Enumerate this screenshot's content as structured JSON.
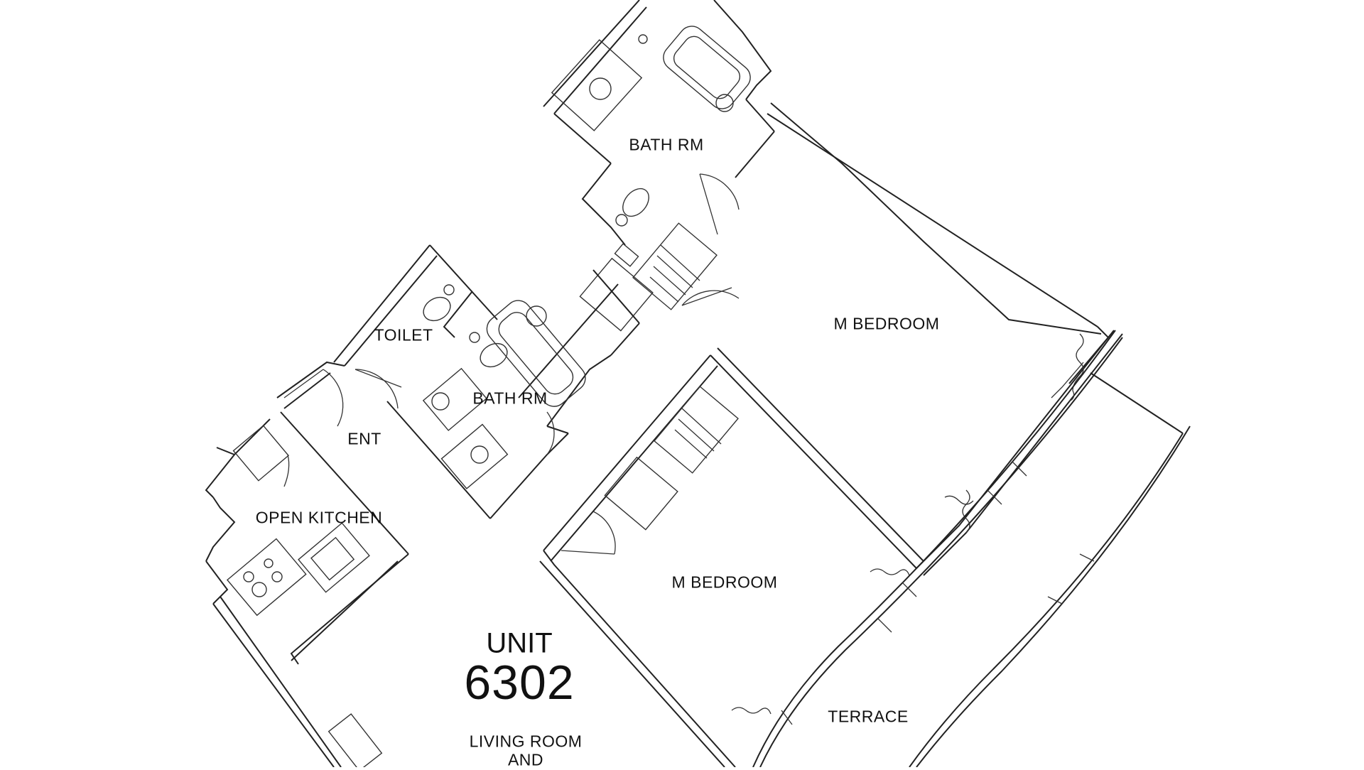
{
  "rooms": {
    "bath_rm_top": "BATH RM",
    "m_bedroom_top": "M BEDROOM",
    "toilet": "TOILET",
    "bath_rm_mid": "BATH RM",
    "ent": "ENT",
    "open_kitchen": "OPEN KITCHEN",
    "m_bedroom_mid": "M BEDROOM",
    "terrace": "TERRACE",
    "living_room_line1": "LIVING ROOM",
    "living_room_line2": "AND"
  },
  "unit": {
    "label": "UNIT",
    "number": "6302"
  }
}
